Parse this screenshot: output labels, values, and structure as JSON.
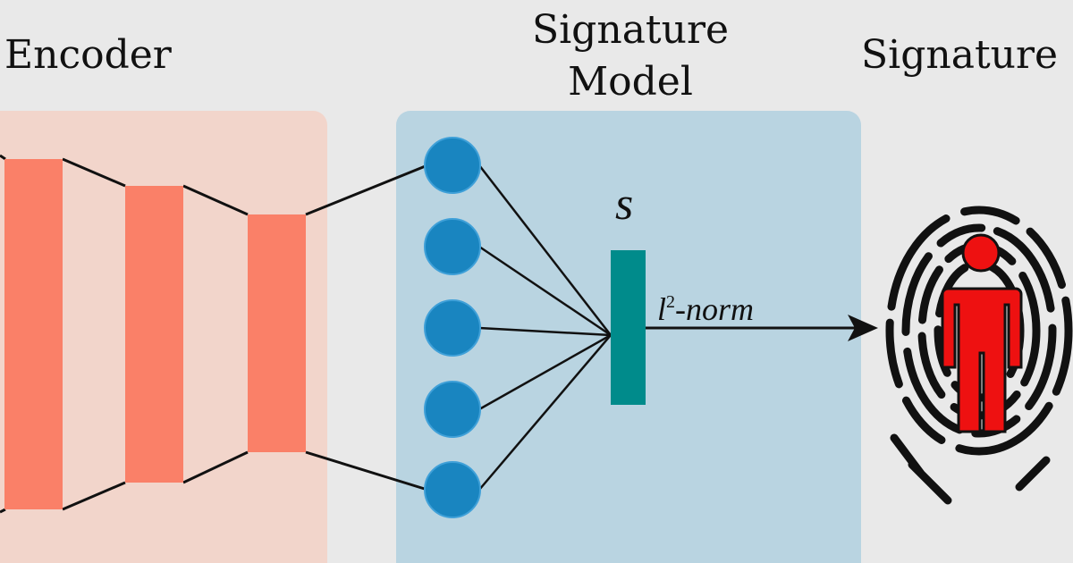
{
  "titles": {
    "encoder": "Encoder",
    "model_line1": "Signature",
    "model_line2": "Model",
    "signature": "Signature"
  },
  "labels": {
    "s": "s",
    "norm_base": "l",
    "norm_sup": "2",
    "norm_rest": "-norm"
  },
  "colors": {
    "background": "#e9e9e9",
    "encoder_panel": "#f2d5cb",
    "encoder_bar": "#fa8068",
    "model_panel": "#b9d4e1",
    "neuron": "#1985c0",
    "signature_bar": "#008b8b",
    "person": "#ee1111"
  },
  "diagram": {
    "encoder_layers": 3,
    "neurons": 5
  }
}
